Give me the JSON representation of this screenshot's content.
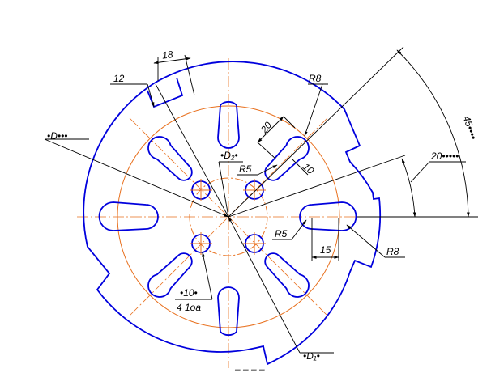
{
  "labels": {
    "d_outer": "•D•••",
    "d2": "•D₂•",
    "d1": "•D₁•",
    "dim_18": "18",
    "dim_12": "12",
    "dim_r8_top": "R8",
    "dim_20": "20",
    "dim_10": "10",
    "dim_r5_top": "R5",
    "dim_r5_right": "R5",
    "dim_15": "15",
    "dim_r8_right": "R8",
    "dim_hole_dia": "•10•",
    "dim_hole_count": "4 1oa",
    "angle_45": "45••••",
    "angle_20": "20•••••",
    "bottom_fragment": "– – – –"
  },
  "colors": {
    "outline": "#0000dd",
    "centerline": "#e8701e",
    "dimension": "#000000"
  }
}
